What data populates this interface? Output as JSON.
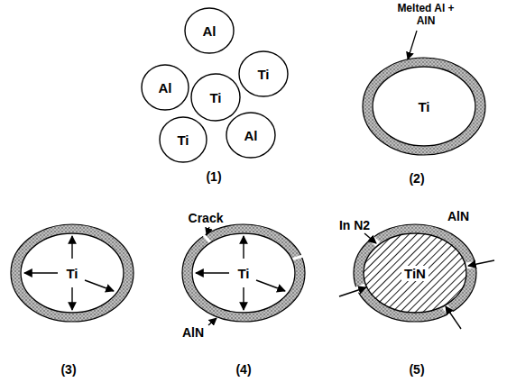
{
  "diagram": {
    "nodes": [
      {
        "text": [
          "Al"
        ]
      },
      {
        "text": [
          "Ti"
        ]
      },
      {
        "text": [
          "Al"
        ]
      },
      {
        "text": [
          "Ti"
        ]
      },
      {
        "text": [
          "Al"
        ]
      },
      {
        "text": [
          "Ti"
        ]
      },
      {
        "text": [
          "Ti"
        ]
      },
      {
        "text": [
          "Ti"
        ]
      },
      {
        "text": [
          "Ti"
        ]
      },
      {
        "text": [
          "TiN"
        ]
      }
    ],
    "labels": [
      "Melted Al + AlN",
      "(1)",
      "(2)",
      "Crack",
      "In N2",
      "AlN",
      "AlN",
      "(3)",
      "(4)",
      "(5)"
    ]
  }
}
